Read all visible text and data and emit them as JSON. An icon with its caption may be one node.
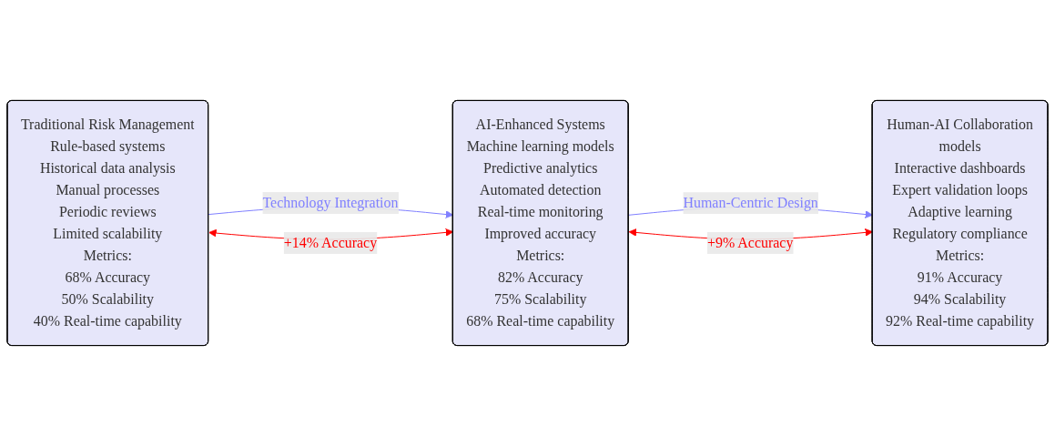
{
  "diagram": {
    "nodes": [
      {
        "text": [
          "Traditional Risk Management",
          "Rule-based systems",
          "Historical data analysis",
          "Manual processes",
          "Periodic reviews",
          "Limited scalability",
          "Metrics:",
          "68% Accuracy",
          "50% Scalability",
          "40% Real-time capability"
        ]
      },
      {
        "text": [
          "AI-Enhanced Systems",
          "Machine learning models",
          "Predictive analytics",
          "Automated detection",
          "Real-time monitoring",
          "Improved accuracy",
          "Metrics:",
          "82% Accuracy",
          "75% Scalability",
          "68% Real-time capability"
        ]
      },
      {
        "text": [
          "Human-AI Collaboration",
          "models",
          "Interactive dashboards",
          "Expert validation loops",
          "Adaptive learning",
          "Regulatory compliance",
          "Metrics:",
          "91% Accuracy",
          "94% Scalability",
          "92% Real-time capability"
        ]
      }
    ],
    "edges": [
      {
        "from": 0,
        "to": 1,
        "arrow": "to",
        "label": "Technology Integration",
        "color": "#8080ff"
      },
      {
        "from": 0,
        "to": 1,
        "arrow": "both",
        "label": "+14% Accuracy",
        "color": "#ff0000"
      },
      {
        "from": 1,
        "to": 2,
        "arrow": "to",
        "label": "Human-Centric Design",
        "color": "#8080ff"
      },
      {
        "from": 1,
        "to": 2,
        "arrow": "both",
        "label": "+9% Accuracy",
        "color": "#ff0000"
      }
    ]
  }
}
